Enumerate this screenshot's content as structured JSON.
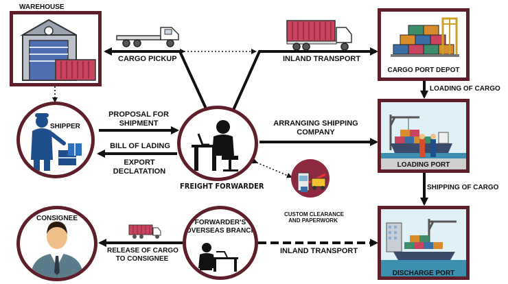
{
  "nodes": {
    "warehouse": "WAREHOUSE",
    "shipper": "SHIPPER",
    "consignee": "CONSIGNEE",
    "freight_forwarder": "FREIGHT FORWARDER",
    "cargo_port_depot": "CARGO PORT DEPOT",
    "loading_port": "LOADING PORT",
    "discharge_port": "DISCHARGE PORT",
    "overseas_branch_line1": "FORWARDER'S",
    "overseas_branch_line2": "OVERSEAS BRANCH",
    "custom_clearance_line1": "CUSTOM CLEARANCE",
    "custom_clearance_line2": "AND PAPERWORK"
  },
  "edges": {
    "cargo_pickup": "CARGO PICKUP",
    "inland_transport_top": "INLAND TRANSPORT",
    "loading_of_cargo": "LOADING OF CARGO",
    "proposal_line1": "PROPOSAL FOR",
    "proposal_line2": "SHIPMENT",
    "bill_of_lading": "BILL OF LADING",
    "export_line1": "EXPORT",
    "export_line2": "DECLATATION",
    "arranging_line1": "ARRANGING SHIPPING",
    "arranging_line2": "COMPANY",
    "shipping_of_cargo": "SHIPPING OF CARGO",
    "inland_transport_bottom": "INLAND TRANSPORT",
    "release_line1": "RELEASE OF CARGO",
    "release_line2": "TO CONSIGNEE"
  },
  "colors": {
    "frame": "#5e1f2b",
    "container": "#c9455f",
    "arrow": "#111111"
  }
}
